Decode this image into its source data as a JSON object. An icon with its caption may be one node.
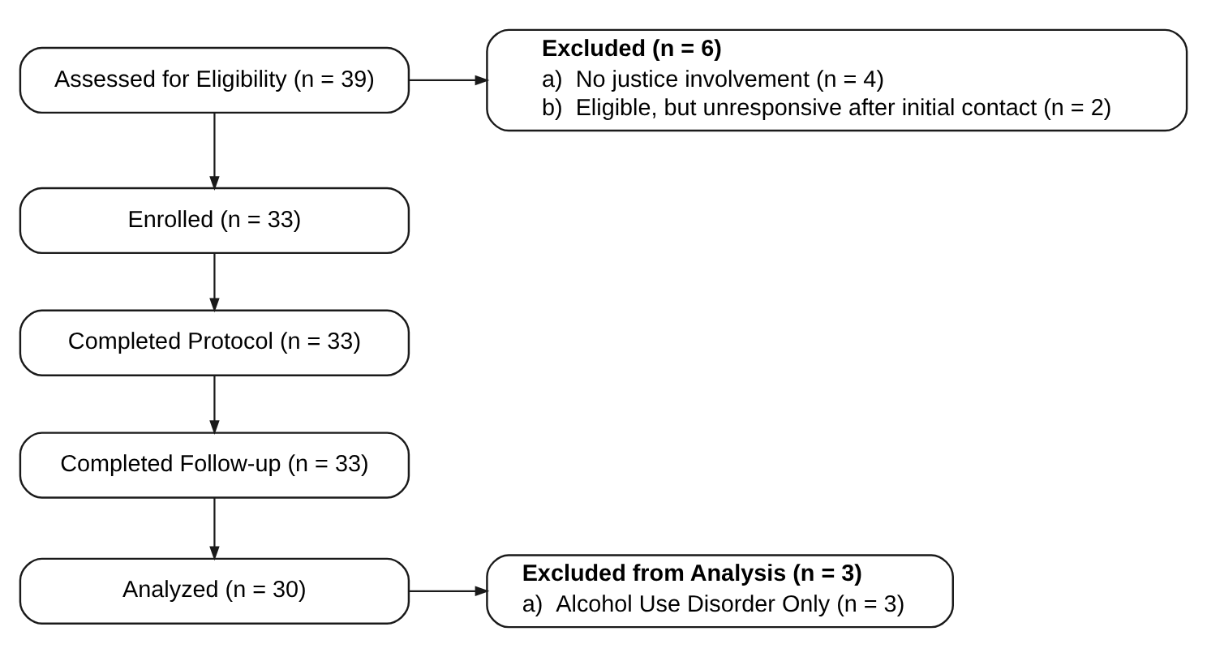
{
  "diagram": {
    "nodes": [
      {
        "text": [
          "Assessed for Eligibility (n = 39)"
        ]
      },
      {
        "text": [
          "Excluded (n = 6)",
          "a)  No justice involvement (n = 4)",
          "b)  Eligible, but unresponsive after initial contact (n = 2)"
        ]
      },
      {
        "text": [
          "Enrolled (n = 33)"
        ]
      },
      {
        "text": [
          "Completed Protocol (n = 33)"
        ]
      },
      {
        "text": [
          "Completed Follow-up (n = 33)"
        ]
      },
      {
        "text": [
          "Analyzed (n = 30)"
        ]
      },
      {
        "text": [
          "Excluded from Analysis (n = 3)",
          "a)  Alcohol Use Disorder Only (n = 3)"
        ]
      }
    ],
    "edges": [
      {
        "from": 0,
        "to": 1,
        "arrow": "to"
      },
      {
        "from": 0,
        "to": 2,
        "arrow": "to"
      },
      {
        "from": 2,
        "to": 3,
        "arrow": "to"
      },
      {
        "from": 3,
        "to": 4,
        "arrow": "to"
      },
      {
        "from": 4,
        "to": 5,
        "arrow": "to"
      },
      {
        "from": 5,
        "to": 6,
        "arrow": "to"
      }
    ]
  }
}
